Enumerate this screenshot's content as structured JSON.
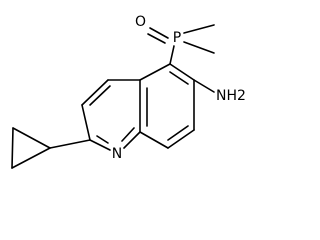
{
  "structure": {
    "atoms": {
      "oxygen": "O",
      "phosphorus": "P",
      "amine": "NH2",
      "ring_nitrogen": "N"
    }
  }
}
